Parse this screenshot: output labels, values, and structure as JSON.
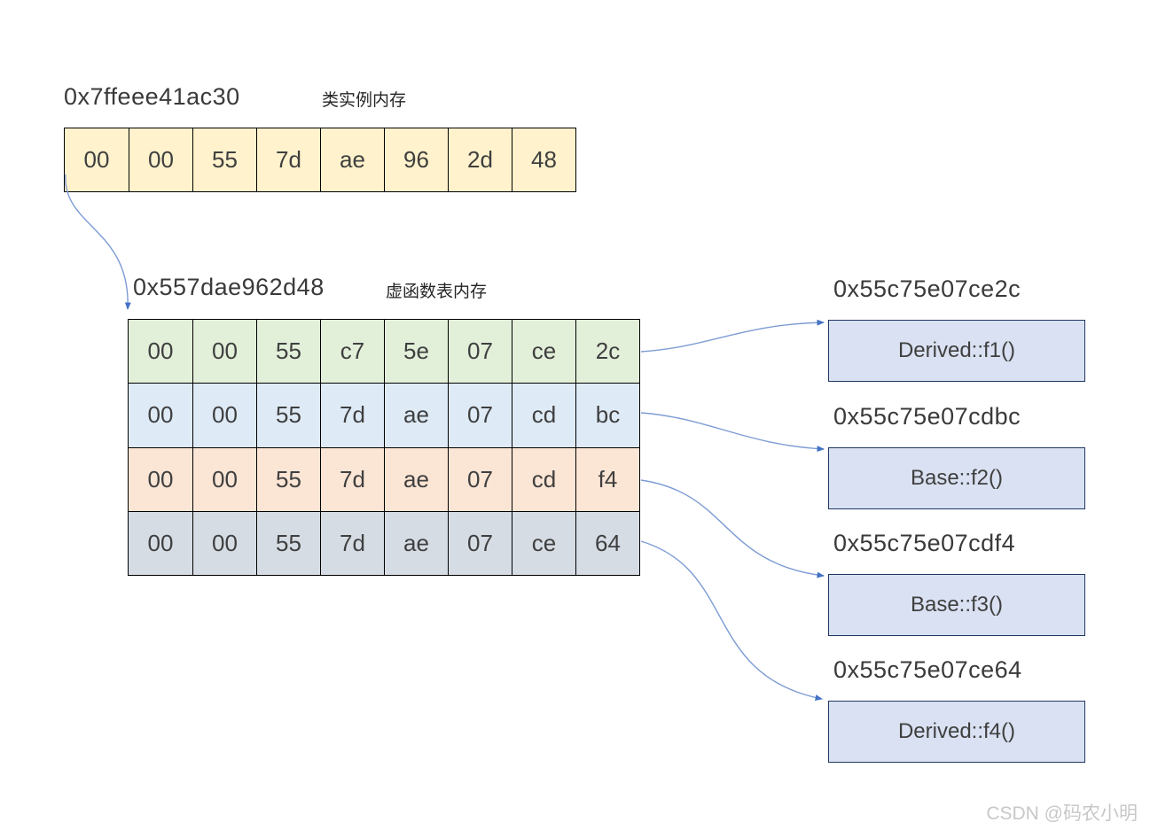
{
  "watermark": "CSDN @码农小明",
  "instance_memory": {
    "address": "0x7ffeee41ac30",
    "caption": "类实例内存",
    "bytes": [
      "00",
      "00",
      "55",
      "7d",
      "ae",
      "96",
      "2d",
      "48"
    ]
  },
  "vtable_memory": {
    "address": "0x557dae962d48",
    "caption": "虚函数表内存",
    "rows": [
      {
        "bytes": [
          "00",
          "00",
          "55",
          "c7",
          "5e",
          "07",
          "ce",
          "2c"
        ]
      },
      {
        "bytes": [
          "00",
          "00",
          "55",
          "7d",
          "ae",
          "07",
          "cd",
          "bc"
        ]
      },
      {
        "bytes": [
          "00",
          "00",
          "55",
          "7d",
          "ae",
          "07",
          "cd",
          "f4"
        ]
      },
      {
        "bytes": [
          "00",
          "00",
          "55",
          "7d",
          "ae",
          "07",
          "ce",
          "64"
        ]
      }
    ]
  },
  "functions": [
    {
      "address": "0x55c75e07ce2c",
      "name": "Derived::f1()"
    },
    {
      "address": "0x55c75e07cdbc",
      "name": "Base::f2()"
    },
    {
      "address": "0x55c75e07cdf4",
      "name": "Base::f3()"
    },
    {
      "address": "0x55c75e07ce64",
      "name": "Derived::f4()"
    }
  ],
  "colors": {
    "instance_fill": "#FFF2CC",
    "vtable_row_fills": [
      "#E2EFD9",
      "#DEEBF7",
      "#FBE5D5",
      "#D6DCE4"
    ],
    "function_box_fill": "#D9E1F2",
    "function_box_border": "#203864",
    "arrow_line": "#7D9CD4",
    "arrow_head": "#4472C4",
    "text": "#3F3F3F",
    "watermark_text": "#C8C8C8"
  }
}
